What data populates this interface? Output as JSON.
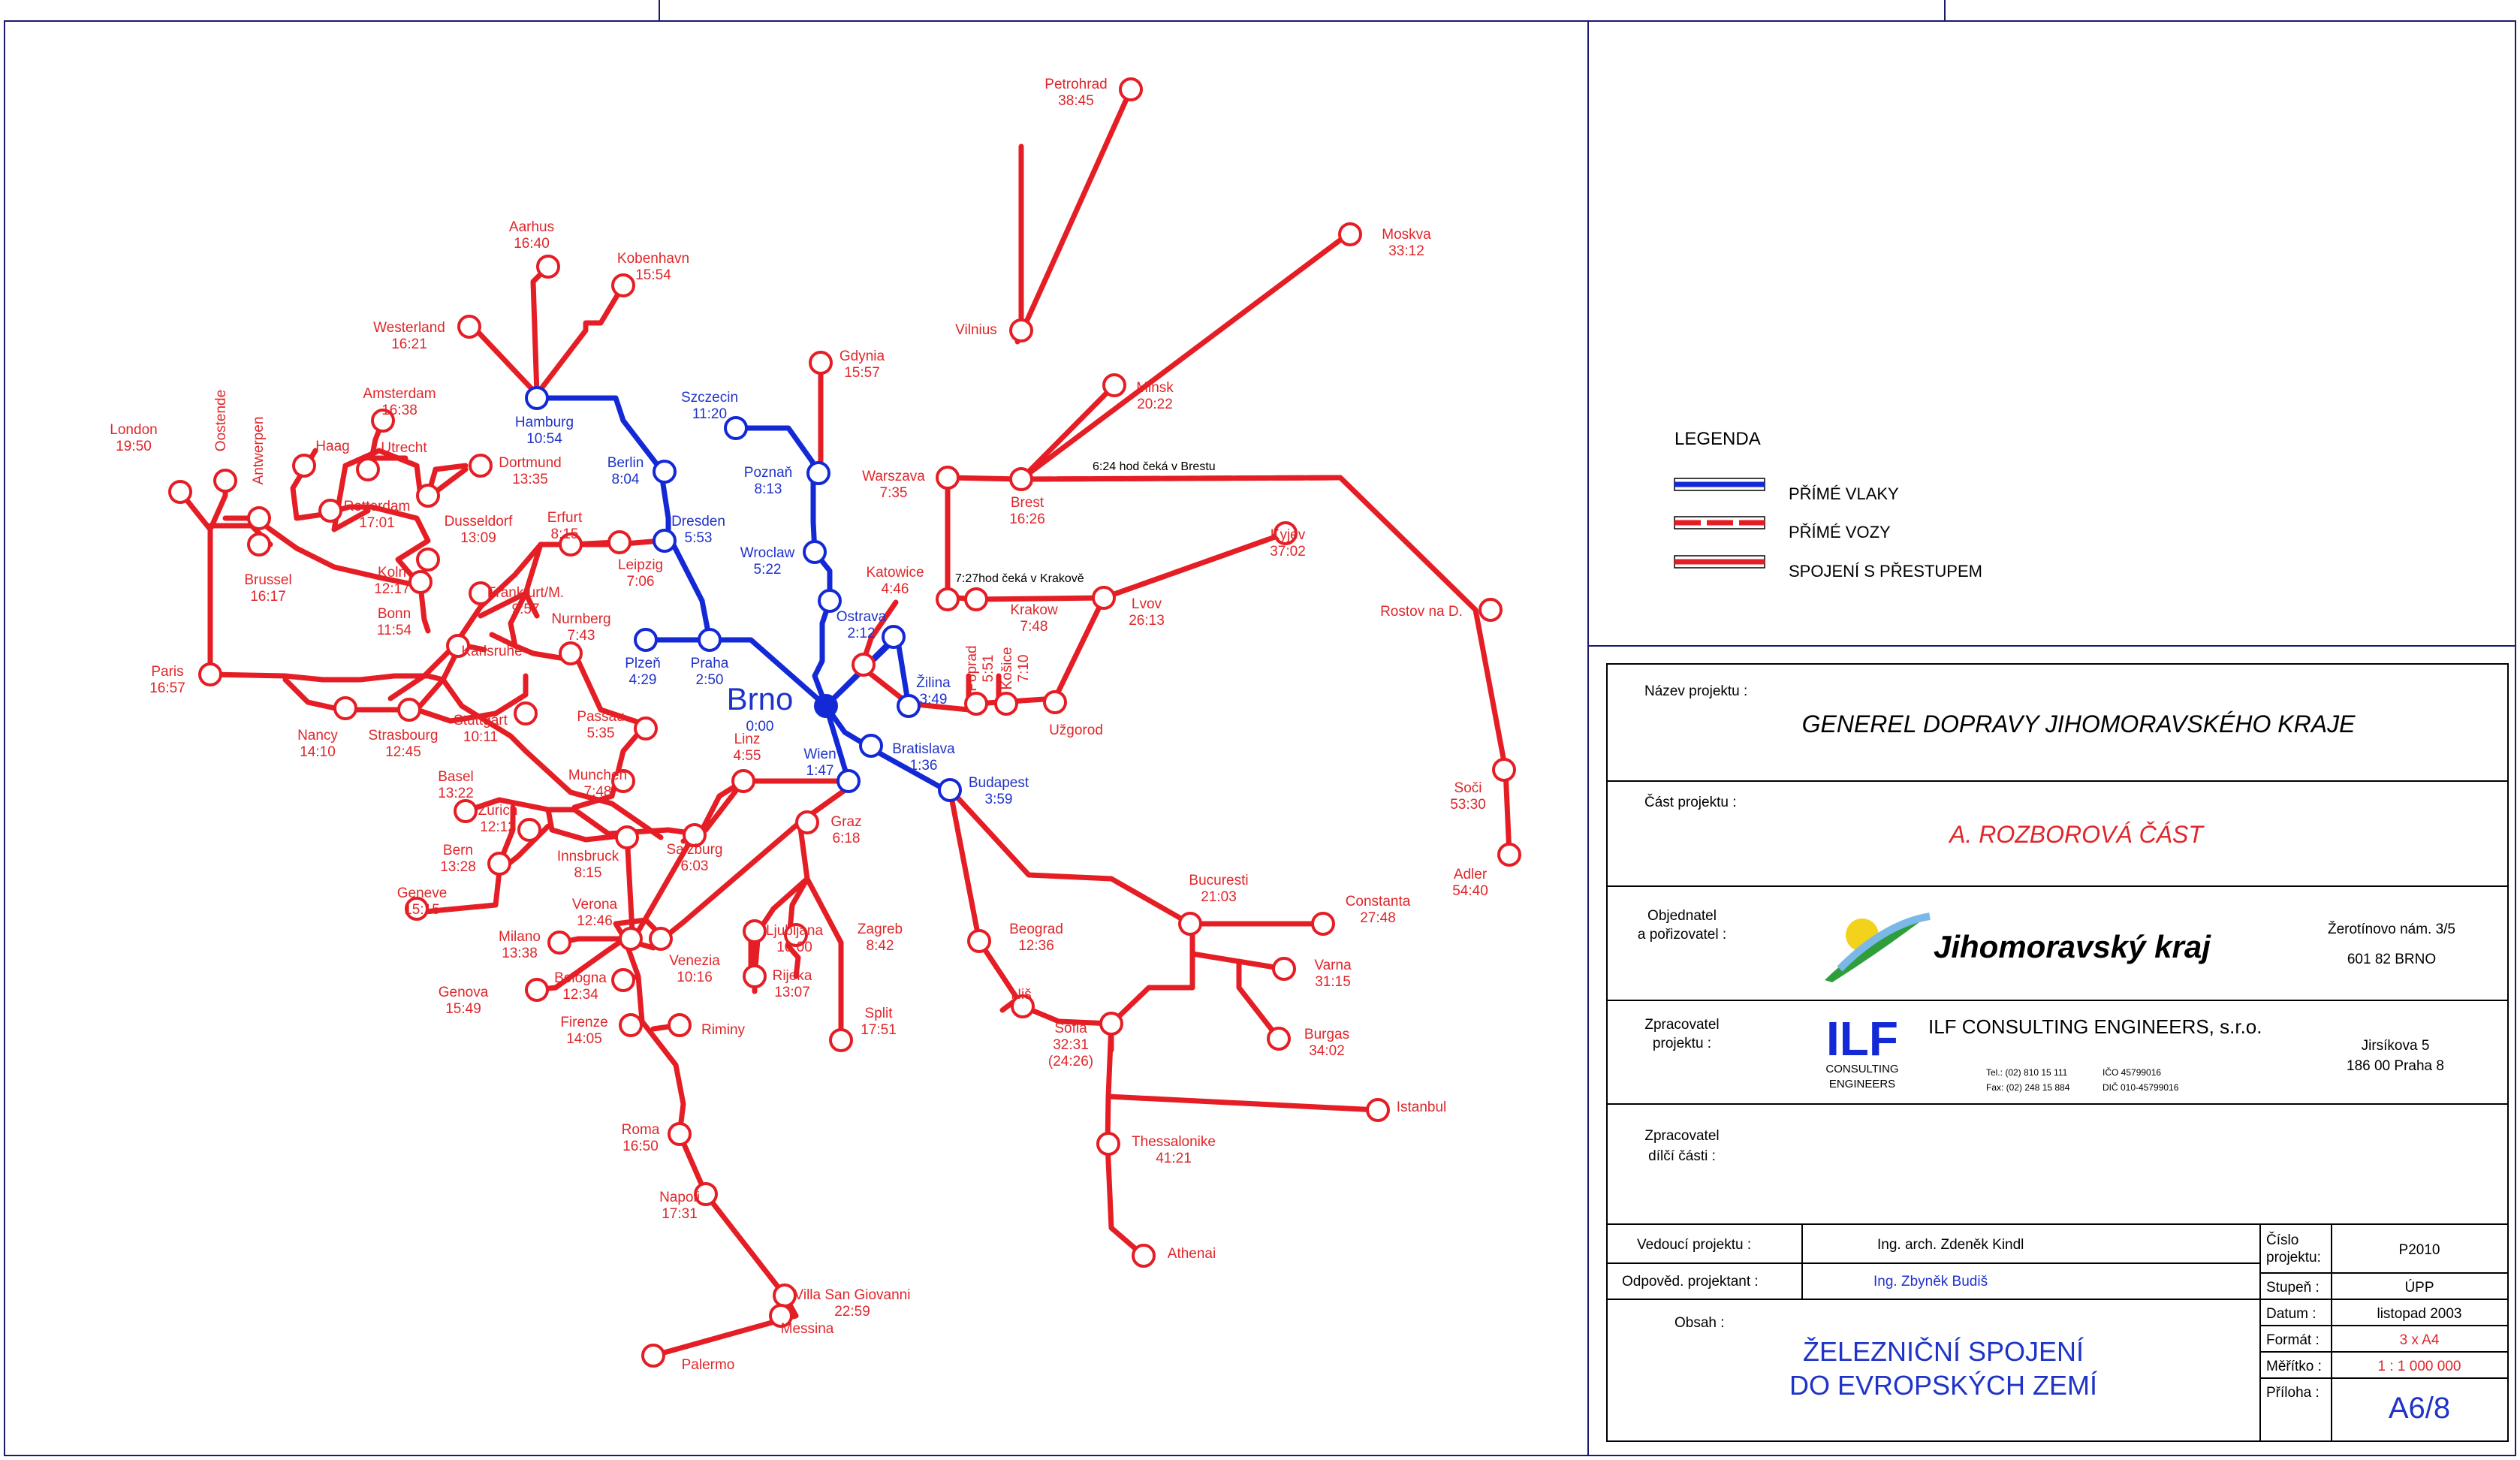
{
  "colors": {
    "red": "#e51e25",
    "blue": "#1429d6",
    "text_red": "#e0262a",
    "text_blue": "#1f33c8",
    "frame": "#1a1a6e"
  },
  "legend": {
    "title": "LEGENDA",
    "items": [
      {
        "label": "PŘÍMÉ VLAKY",
        "style": "solid-blue"
      },
      {
        "label": "PŘÍMÉ VOZY",
        "style": "dashed-red"
      },
      {
        "label": "SPOJENÍ S PŘESTUPEM",
        "style": "double-red"
      }
    ]
  },
  "title_block": {
    "project_name_label": "Název projektu :",
    "project_name": "GENEREL DOPRAVY JIHOMORAVSKÉHO KRAJE",
    "part_label": "Část projektu :",
    "part": "A. ROZBOROVÁ ČÁST",
    "client_label_1": "Objednatel",
    "client_label_2": "a pořizovatel :",
    "client_logo": "Jihomoravský kraj",
    "client_addr_1": "Žerotínovo nám. 3/5",
    "client_addr_2": "601 82 BRNO",
    "processor_label_1": "Zpracovatel",
    "processor_label_2": "projektu :",
    "processor_logo": "ILF",
    "processor_logo_sub_1": "CONSULTING",
    "processor_logo_sub_2": "ENGINEERS",
    "processor_name": "ILF CONSULTING ENGINEERS, s.r.o.",
    "processor_tel": "Tel.: (02) 810 15 111",
    "processor_fax": "Fax: (02) 248 15 884",
    "processor_ico": "IČO  45799016",
    "processor_dic": "DIČ  010-45799016",
    "processor_addr_1": "Jirsíkova 5",
    "processor_addr_2": "186 00 Praha 8",
    "sub_label_1": "Zpracovatel",
    "sub_label_2": "dílčí části :",
    "lead_label": "Vedoucí projektu :",
    "lead": "Ing. arch. Zdeněk Kindl",
    "resp_label": "Odpověd. projektant :",
    "resp": "Ing. Zbyněk Budiš",
    "contents_label": "Obsah :",
    "contents_1": "ŽELEZNIČNÍ SPOJENÍ",
    "contents_2": "DO EVROPSKÝCH ZEMÍ",
    "table": [
      {
        "label_1": "Číslo",
        "label_2": "projektu:",
        "value": "P2010"
      },
      {
        "label_1": "Stupeň :",
        "label_2": "",
        "value": "ÚPP"
      },
      {
        "label_1": "Datum :",
        "label_2": "",
        "value": "listopad 2003"
      },
      {
        "label_1": "Formát :",
        "label_2": "",
        "value": "3 x A4"
      },
      {
        "label_1": "Měřítko :",
        "label_2": "",
        "value": "1 : 1 000 000"
      },
      {
        "label_1": "Příloha :",
        "label_2": "",
        "value": "A6/8"
      }
    ]
  },
  "notes": [
    "6:24 hod čeká v Brestu",
    "7:27hod čeká v Krakově"
  ],
  "stations": [
    {
      "name": "Brno",
      "time": "0:00",
      "kind": "hub"
    },
    {
      "name": "Petrohrad",
      "time": "38:45"
    },
    {
      "name": "Moskva",
      "time": "33:12"
    },
    {
      "name": "Vilnius",
      "time": ""
    },
    {
      "name": "Minsk",
      "time": "20:22"
    },
    {
      "name": "Brest",
      "time": "16:26"
    },
    {
      "name": "Rostov na D.",
      "time": ""
    },
    {
      "name": "Soči",
      "time": "53:30"
    },
    {
      "name": "Adler",
      "time": "54:40"
    },
    {
      "name": "Kyjev",
      "time": "37:02"
    },
    {
      "name": "Lvov",
      "time": "26:13"
    },
    {
      "name": "Warszava",
      "time": "7:35"
    },
    {
      "name": "Katowice",
      "time": "4:46"
    },
    {
      "name": "Krakow",
      "time": "7:48"
    },
    {
      "name": "Gdynia",
      "time": "15:57"
    },
    {
      "name": "Szczecin",
      "time": "11:20",
      "kind": "blue"
    },
    {
      "name": "Poznaň",
      "time": "8:13",
      "kind": "blue"
    },
    {
      "name": "Wroclaw",
      "time": "5:22",
      "kind": "blue"
    },
    {
      "name": "Ostrava",
      "time": "2:12",
      "kind": "blue"
    },
    {
      "name": "Žilina",
      "time": "3:49",
      "kind": "blue"
    },
    {
      "name": "Poprad",
      "time": "5:51"
    },
    {
      "name": "Košice",
      "time": "7:10"
    },
    {
      "name": "Užgorod",
      "time": ""
    },
    {
      "name": "Bratislava",
      "time": "1:36",
      "kind": "blue"
    },
    {
      "name": "Budapest",
      "time": "3:59",
      "kind": "blue"
    },
    {
      "name": "Wien",
      "time": "1:47",
      "kind": "blue"
    },
    {
      "name": "Praha",
      "time": "2:50",
      "kind": "blue"
    },
    {
      "name": "Plzeň",
      "time": "4:29",
      "kind": "blue"
    },
    {
      "name": "Dresden",
      "time": "5:53",
      "kind": "blue"
    },
    {
      "name": "Berlin",
      "time": "8:04",
      "kind": "blue"
    },
    {
      "name": "Hamburg",
      "time": "10:54",
      "kind": "blue"
    },
    {
      "name": "Aarhus",
      "time": "16:40"
    },
    {
      "name": "Kobenhavn",
      "time": "15:54"
    },
    {
      "name": "Westerland",
      "time": "16:21"
    },
    {
      "name": "Amsterdam",
      "time": "16:38"
    },
    {
      "name": "Haag",
      "time": ""
    },
    {
      "name": "Utrecht",
      "time": ""
    },
    {
      "name": "Dortmund",
      "time": "13:35"
    },
    {
      "name": "Rotterdam",
      "time": "17:01"
    },
    {
      "name": "Dusseldorf",
      "time": "13:09"
    },
    {
      "name": "London",
      "time": "19:50"
    },
    {
      "name": "Oostende",
      "time": ""
    },
    {
      "name": "Antwerpen",
      "time": ""
    },
    {
      "name": "Brussel",
      "time": "16:17"
    },
    {
      "name": "Koln",
      "time": "12:17"
    },
    {
      "name": "Bonn",
      "time": "11:54"
    },
    {
      "name": "Erfurt",
      "time": "8:15"
    },
    {
      "name": "Leipzig",
      "time": "7:06"
    },
    {
      "name": "Frankfurt/M.",
      "time": "9:57"
    },
    {
      "name": "Nurnberg",
      "time": "7:43"
    },
    {
      "name": "Karlsruhe",
      "time": ""
    },
    {
      "name": "Paris",
      "time": "16:57"
    },
    {
      "name": "Nancy",
      "time": "14:10"
    },
    {
      "name": "Strasbourg",
      "time": "12:45"
    },
    {
      "name": "Stuttgart",
      "time": "10:11"
    },
    {
      "name": "Passau",
      "time": "5:35"
    },
    {
      "name": "Linz",
      "time": "4:55"
    },
    {
      "name": "Munchen",
      "time": "7:48"
    },
    {
      "name": "Salzburg",
      "time": "6:03"
    },
    {
      "name": "Basel",
      "time": "13:22"
    },
    {
      "name": "Zurich",
      "time": "12:12"
    },
    {
      "name": "Bern",
      "time": "13:28"
    },
    {
      "name": "Innsbruck",
      "time": "8:15"
    },
    {
      "name": "Geneve",
      "time": "15:15"
    },
    {
      "name": "Verona",
      "time": "12:46"
    },
    {
      "name": "Milano",
      "time": "13:38"
    },
    {
      "name": "Venezia",
      "time": "10:16"
    },
    {
      "name": "Genova",
      "time": "15:49"
    },
    {
      "name": "Bologna",
      "time": "12:34"
    },
    {
      "name": "Firenze",
      "time": "14:05"
    },
    {
      "name": "Riminy",
      "time": ""
    },
    {
      "name": "Roma",
      "time": "16:50"
    },
    {
      "name": "Napoli",
      "time": "17:31"
    },
    {
      "name": "Villa San Giovanni",
      "time": "22:59"
    },
    {
      "name": "Messina",
      "time": ""
    },
    {
      "name": "Palermo",
      "time": ""
    },
    {
      "name": "Graz",
      "time": "6:18"
    },
    {
      "name": "Ljubljana",
      "time": "10:00"
    },
    {
      "name": "Rijeka",
      "time": "13:07"
    },
    {
      "name": "Zagreb",
      "time": "8:42"
    },
    {
      "name": "Split",
      "time": "17:51"
    },
    {
      "name": "Beograd",
      "time": "12:36"
    },
    {
      "name": "Niš",
      "time": ""
    },
    {
      "name": "Sofia",
      "time": "32:31\n(24:26)"
    },
    {
      "name": "Bucuresti",
      "time": "21:03"
    },
    {
      "name": "Constanta",
      "time": "27:48"
    },
    {
      "name": "Varna",
      "time": "31:15"
    },
    {
      "name": "Burgas",
      "time": "34:02"
    },
    {
      "name": "Istanbul",
      "time": ""
    },
    {
      "name": "Thessalonike",
      "time": "41:21"
    },
    {
      "name": "Athenai",
      "time": ""
    }
  ]
}
